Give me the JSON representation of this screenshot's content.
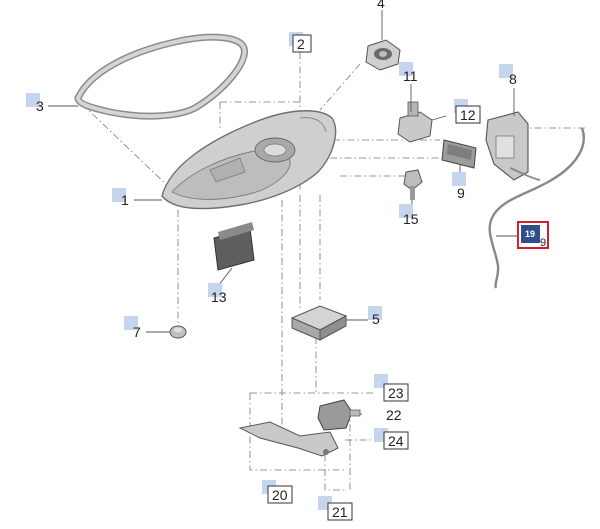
{
  "parts": [
    {
      "id": "p1",
      "number": "1"
    },
    {
      "id": "p2",
      "number": "2"
    },
    {
      "id": "p3",
      "number": "3"
    },
    {
      "id": "p4",
      "number": "4"
    },
    {
      "id": "p5",
      "number": "5"
    },
    {
      "id": "p7",
      "number": "7"
    },
    {
      "id": "p8",
      "number": "8"
    },
    {
      "id": "p9",
      "number": "9"
    },
    {
      "id": "p11",
      "number": "11"
    },
    {
      "id": "p12",
      "number": "12"
    },
    {
      "id": "p13",
      "number": "13"
    },
    {
      "id": "p15",
      "number": "15"
    },
    {
      "id": "p19",
      "number": "19"
    },
    {
      "id": "p19b",
      "number": "9"
    },
    {
      "id": "p20",
      "number": "20"
    },
    {
      "id": "p21",
      "number": "21"
    },
    {
      "id": "p22",
      "number": "22"
    },
    {
      "id": "p23",
      "number": "23"
    },
    {
      "id": "p24",
      "number": "24"
    }
  ],
  "highlight": {
    "part": "19",
    "color": "#d0202a",
    "fill": "#2d4f8a"
  },
  "colors": {
    "tag": "#c5d5ee",
    "line": "#555555",
    "part_fill": "#d6d6d6"
  }
}
